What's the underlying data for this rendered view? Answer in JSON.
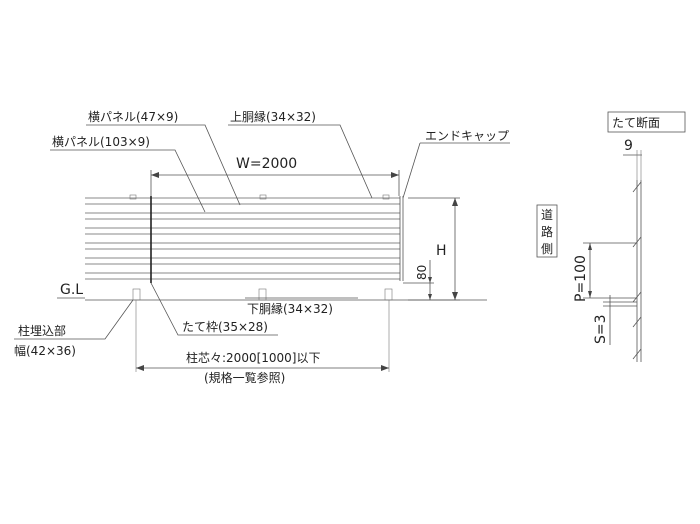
{
  "labels": {
    "horizontal_panel_47": "横パネル(47×9)",
    "horizontal_panel_103": "横パネル(103×9)",
    "upper_rail": "上胴縁(34×32)",
    "end_cap": "エンドキャップ",
    "width_dim": "W=2000",
    "height_dim": "H",
    "dim_80": "80",
    "ground_line": "G.L",
    "lower_rail": "下胴縁(34×32)",
    "post_embed": "柱埋込部",
    "post_width": "幅(42×36)",
    "vertical_frame": "たて枠(35×28)",
    "post_pitch": "柱芯々:2000[1000]以下",
    "post_pitch_note": "(規格一覧参照)"
  },
  "section": {
    "title": "たて断面",
    "dim_9": "9",
    "road_side": "道路側",
    "pitch": "P=100",
    "gap": "S=3"
  }
}
